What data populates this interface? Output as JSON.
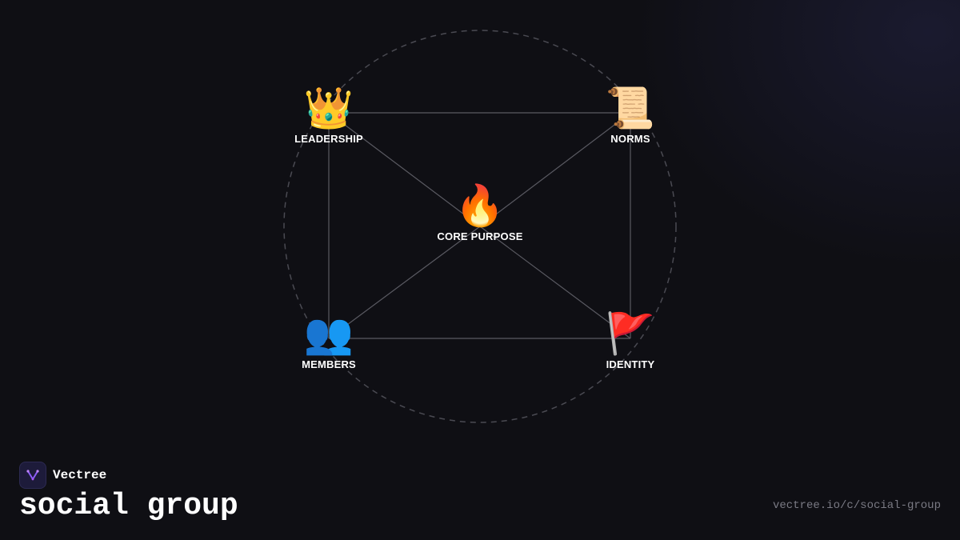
{
  "diagram": {
    "center": {
      "emoji": "🔥",
      "label": "CORE PURPOSE"
    },
    "nodes": [
      {
        "emoji": "👑",
        "label": "LEADERSHIP"
      },
      {
        "emoji": "📜",
        "label": "NORMS"
      },
      {
        "emoji": "👥",
        "label": "MEMBERS"
      },
      {
        "emoji": "🚩",
        "label": "IDENTITY"
      }
    ]
  },
  "brand": {
    "name": "Vectree"
  },
  "page": {
    "title": "social group",
    "url": "vectree.io/c/social-group"
  },
  "colors": {
    "background": "#0f0f14",
    "edge": "#5a5a62",
    "ring": "#4a4a52",
    "logo_accent": "#8b5cf6"
  }
}
